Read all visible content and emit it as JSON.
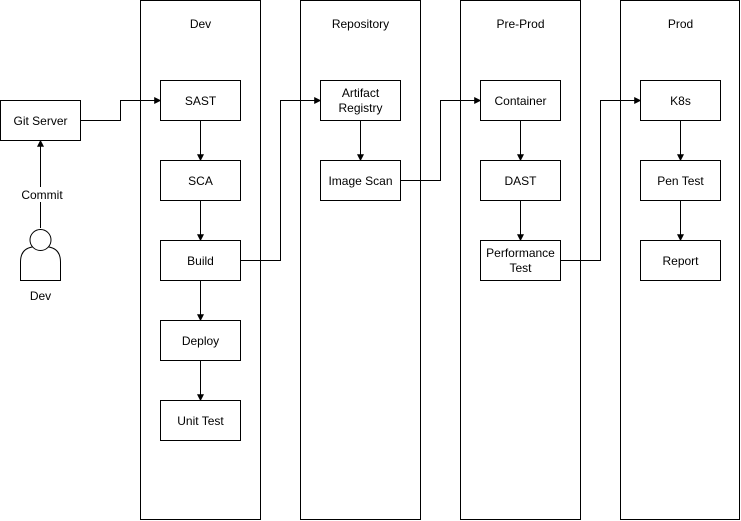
{
  "lanes": {
    "dev": "Dev",
    "repository": "Repository",
    "preprod": "Pre-Prod",
    "prod": "Prod"
  },
  "nodes": {
    "git_server": "Git Server",
    "sast": "SAST",
    "sca": "SCA",
    "build": "Build",
    "deploy": "Deploy",
    "unit_test": "Unit Test",
    "artifact_registry": [
      "Artifact",
      "Registry"
    ],
    "image_scan": "Image Scan",
    "container": "Container",
    "dast": "DAST",
    "performance_test": [
      "Performance",
      "Test"
    ],
    "k8s": "K8s",
    "pen_test": "Pen Test",
    "report": "Report"
  },
  "actor": {
    "label": "Dev"
  },
  "edge_labels": {
    "commit": "Commit"
  }
}
